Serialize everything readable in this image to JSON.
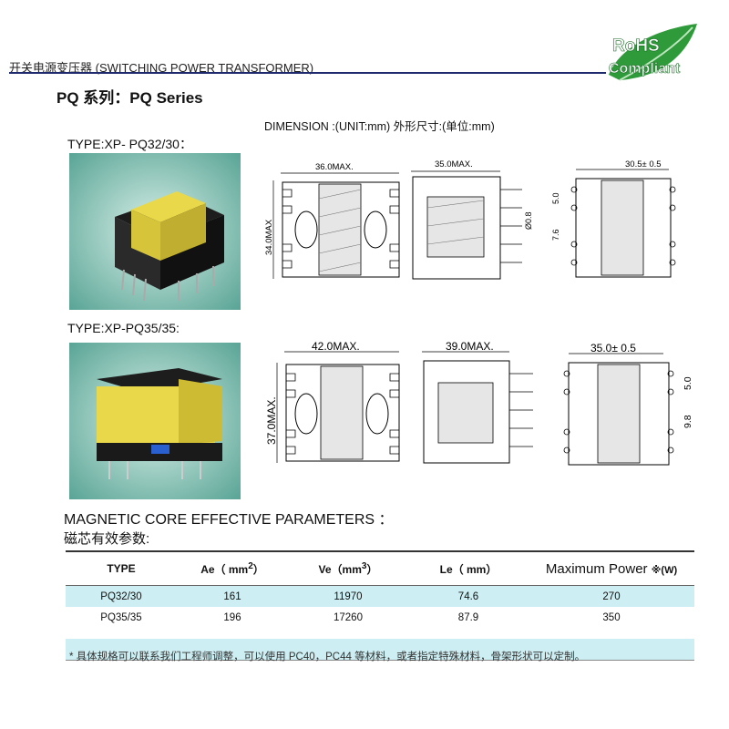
{
  "header": {
    "title": "开关电源变压器 (SWITCHING POWER TRANSFORMER)",
    "badge_line1": "RoHS",
    "badge_line2": "Compliant"
  },
  "series_title": "PQ 系列：PQ Series",
  "dimension_note": "DIMENSION :(UNIT:mm)  外形尺寸:(单位:mm)",
  "products": [
    {
      "type_label": "TYPE:XP- PQ32/30：",
      "dims": {
        "width": "36.0MAX.",
        "height": "34.0MAX",
        "side_width": "35.0MAX.",
        "pin_dia": "Ø0.8",
        "pin_pitch": "30.5± 0.5",
        "offset1": "5.0",
        "offset2": "7.6"
      }
    },
    {
      "type_label": "TYPE:XP-PQ35/35:",
      "dims": {
        "width": "42.0MAX.",
        "height": "37.0MAX.",
        "side_width": "39.0MAX.",
        "pin_pitch": "35.0± 0.5",
        "offset1": "5.0",
        "offset2": "9.8"
      }
    }
  ],
  "params": {
    "title": "MAGNETIC CORE EFFECTIVE PARAMETERS ：",
    "subtitle": "磁芯有效参数:",
    "headers": {
      "type": "TYPE",
      "ae": "Ae（ mm",
      "ae_sup": "2",
      "ae_close": "）",
      "ve": "Ve（mm",
      "ve_sup": "3",
      "ve_close": "）",
      "le": "Le（ mm）",
      "power": "Maximum Power",
      "power_unit": "※(W)"
    },
    "rows": [
      {
        "type": "PQ32/30",
        "ae": "161",
        "ve": "11970",
        "le": "74.6",
        "power": "270"
      },
      {
        "type": "PQ35/35",
        "ae": "196",
        "ve": "17260",
        "le": "87.9",
        "power": "350"
      }
    ]
  },
  "footnote": "* 具体规格可以联系我们工程师调整，可以使用 PC40，PC44 等材料，或者指定特殊材料，骨架形状可以定制。",
  "colors": {
    "rule": "#1e2a6b",
    "table_band": "#cdeff3",
    "rohs_green": "#2e9a3a",
    "photo_bg": "#5aa596",
    "bobbin_yellow": "#e9d84a"
  }
}
